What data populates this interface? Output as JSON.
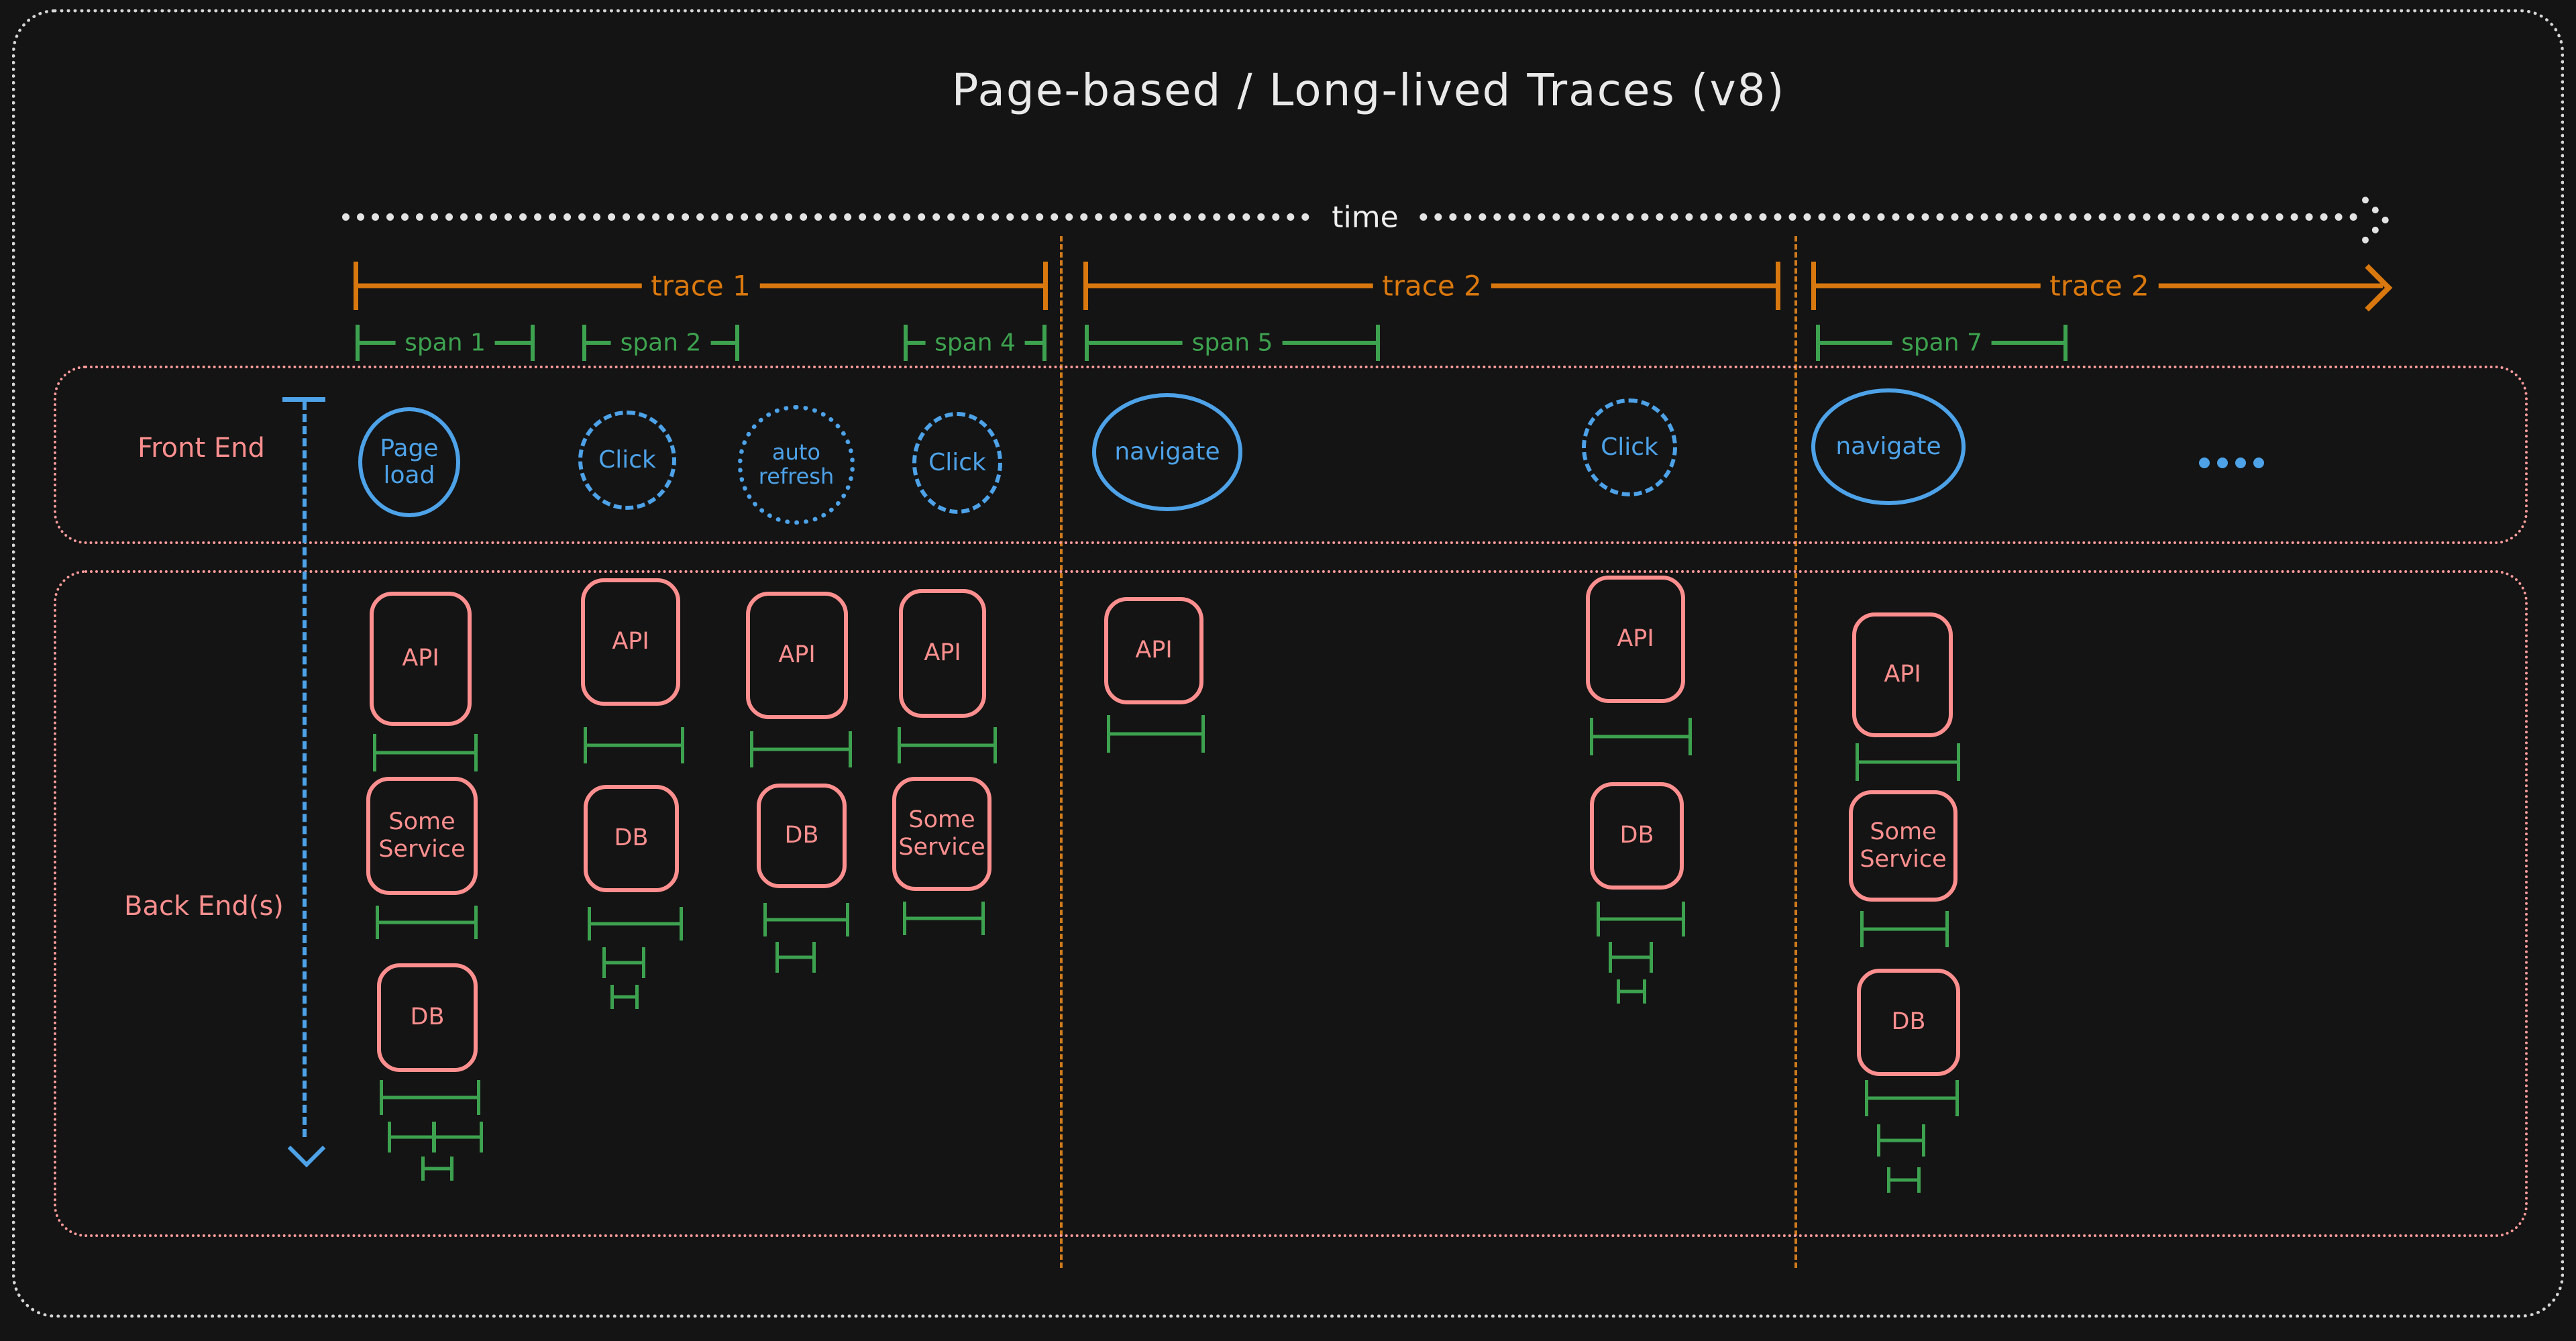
{
  "title": "Page-based / Long-lived Traces (v8)",
  "timeline": {
    "label": "time"
  },
  "traces": [
    {
      "label": "trace 1"
    },
    {
      "label": "trace 2"
    },
    {
      "label": "trace 2"
    }
  ],
  "spans": [
    {
      "label": "span 1"
    },
    {
      "label": "span 2"
    },
    {
      "label": "span 4"
    },
    {
      "label": "span 5"
    },
    {
      "label": "span 7"
    }
  ],
  "lanes": {
    "frontend": "Front End",
    "backend": "Back End(s)"
  },
  "frontend_events": [
    {
      "label": "Page load",
      "border": "solid"
    },
    {
      "label": "Click",
      "border": "dashed"
    },
    {
      "label": "auto refresh",
      "border": "dotted"
    },
    {
      "label": "Click",
      "border": "dashed"
    },
    {
      "label": "navigate",
      "border": "solid"
    },
    {
      "label": "Click",
      "border": "dashed"
    },
    {
      "label": "navigate",
      "border": "solid"
    }
  ],
  "backend": {
    "columns": [
      {
        "boxes": [
          "API",
          "Some Service",
          "DB"
        ]
      },
      {
        "boxes": [
          "API",
          "DB"
        ]
      },
      {
        "boxes": [
          "API",
          "DB"
        ]
      },
      {
        "boxes": [
          "API",
          "Some Service"
        ]
      },
      {
        "boxes": [
          "API"
        ]
      },
      {
        "boxes": [
          "API",
          "DB"
        ]
      },
      {
        "boxes": [
          "API",
          "Some Service",
          "DB"
        ]
      }
    ]
  },
  "colors": {
    "background": "#141414",
    "ink": "#e9e9e9",
    "orange": "#d9780e",
    "green": "#3da24f",
    "blue": "#4da2e8",
    "salmon": "#ff8f8f"
  }
}
